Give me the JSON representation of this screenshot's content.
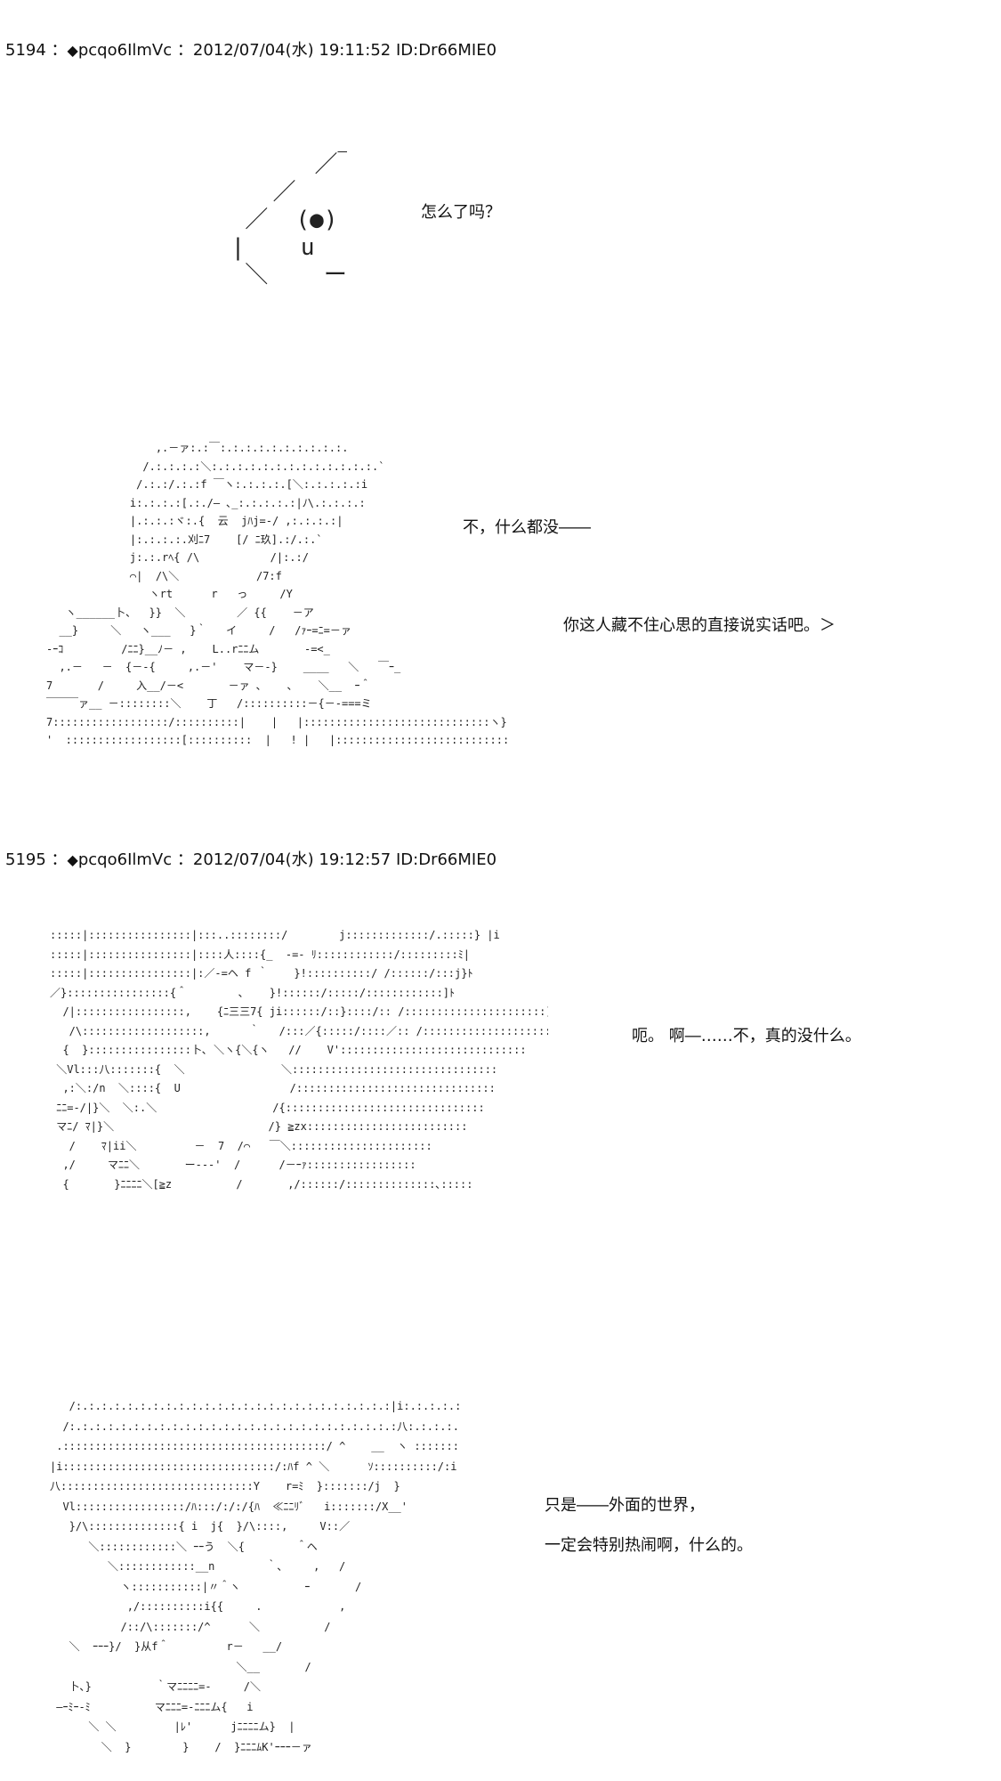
{
  "posts": [
    {
      "number": "5194",
      "separator": "：",
      "name": "pcqo6IlmVc",
      "date": "2012/07/04(水) 19:11:52",
      "id": "ID:Dr66MIE0",
      "panels": [
        {
          "art": "             ／￣￣￣＼\n          ／    ノ    ＼\n        ／  (●)  (●)  ＼\n       |    u    ,     |\n        ＼    ー－   ／",
          "lines": [
            "怎么了吗？"
          ]
        },
        {
          "art": "                 ,.－ァ:.:￣:.:.:.:.:.:.:.:.:.:.\n               /.:.:.:.:＼:.:.:.:.:.:.:.:.:.:.:.:.:.`\n              /.:.:/.:.:f ￣ヽ:.:.:.:.[＼:.:.:.:.:i\n             i:.:.:.:[.:./― ､_:.:.:.:.:|ﾉ\\.:.:.:.:\n             |.:.:.:ヾ:.{  云  jﾊj=-/ ,:.:.:.:|\n             |:.:.:.:.刈ﾆ7    [/ ﾆ玖].:/.:.`\n             j:.:.rﾍ{ /\\           /|:.:/\n             ⌒|  /\\＼            /7:f\n                ヽrt      r   っ     /Y\n   ヽ______卜、  }}  ＼        ／ {{    －ア\n  __}     ＼   ヽ___   }｀   イ     /   /ｧｰ=ﾆ=－ァ\n-ｰｺ         /ﾆﾆ}__ﾉ－ ,    L..rﾆﾆム       -=<_\n  ,.－   －  {－‐{     ,.－'    マ－‐}    ____   ＼   ￣ｰ_\n7       /     入__/－<       －ァ ､    ､    ＼__  ｰ＾\n￣￣￣ァ__ －::::::::＼    丁   /::::::::::－{－‐===ミ\n7::::::::::::::::::/::::::::::|    |   |:::::::::::::::::::::::::::::ヽ}\n'  ::::::::::::::::::[::::::::::  |   ! |   |:::::::::::::::::::::::::::::::}}",
          "lines": [
            "不，什么都没――",
            "你这人藏不住心思的直接说实话吧。＞"
          ]
        }
      ]
    },
    {
      "number": "5195",
      "separator": "：",
      "name": "pcqo6IlmVc",
      "date": "2012/07/04(水) 19:12:57",
      "id": "ID:Dr66MIE0",
      "panels": [
        {
          "art": ":::::|::::::::::::::::|:::..::::::::/        j:::::::::::::/.:::::} |i\n:::::|::::::::::::::::|::::人::::{_  -=- ﾘ::::::::::::/:::::::::ﾐ|\n:::::|::::::::::::::::|:／-=ヘ f ｀    }!::::::::::/ /::::::/:::j}ﾄ\n／}::::::::::::::::{＾        ､    }!::::::/:::::/::::::::::::]ﾄ\n  /|:::::::::::::::::,    {ﾆ三三7{ ji::::::/::}::::/:: /::::::::::::::::::::::]ﾄ\n   /\\:::::::::::::::::::,      ｀   /:::／{:::::/::::／:: /:::::::::::::::::::::::\n  {  }::::::::::::::::卜､ ＼ヽ{＼{ヽ   //    V':::::::::::::::::::::::::::::\n ＼Vl:::八:::::::{  ＼               ＼::::::::::::::::::::::::::::::::\n  ,:＼:/n  ＼::::{  U                 /:::::::::::::::::::::::::::::::\n ﾆﾆ=-/|}＼  ＼:.＼                  /{:::::::::::::::::::::::::::::::\n マﾆ/ ﾏ|}＼                        /} ≧zx:::::::::::::::::::::::::\n   /    ﾏ|ii＼         －  7  /⌒   ￣＼::::::::::::::::::::::\n  ,/     マﾆﾆ＼       ー‐‐‐'  /      /－ｰｧ:::::::::::::::::\n  {       }ﾆﾆﾆﾆ＼[≧z          /       ,/::::::/::::::::::::::､:::::",
          "lines": [
            "呃。 啊―……不，真的没什么。"
          ]
        },
        {
          "art": "   /:.:.:.:.:.:.:.:.:.:.:.:.:.:.:.:.:.:.:.:.:.:.:.:.:|i:.:.:.:.:.:.:.:.:.卜、\n  /:.:.:.:.:.:.:.:.:.:.:.:.:.:.:.:.:.:.:.:.:.:.:.:.:.:八:.:.:.:.:.:.:.:.:.ヽ}j\n .:::::::::::::::::::::::::::::::::::::::::/ ^    __  ヽ ::::::::::::::\n|i:::::::::::::::::::::::::::::::::/:ﾊf ^ ＼      ｿ::::::::::/:i\n八::::::::::::::::::::::::::::::Y    r=ﾐ  }:::::::/j  }\n  Vl:::::::::::::::::/ﾊ:::/:/:/{ﾊ  ≪ﾆﾆﾘﾞ   i:::::::/X__'\n   }/\\::::::::::::::{ i  j{  }/\\::::,     V::／\n      ＼::::::::::::＼ ｰｰう  ＼{        ＾ヘ\n         ＼::::::::::::__n        ｀、    ,   /\n           ヽ:::::::::::|〃＾ヽ          ｰ       /\n            ,/::::::::::i{{     .            ,\n           /::/\\:::::::/^      ＼          /\n   ＼  ｰｰｰ}/  }从f＾         r－   __/\n                             ＼__       /\n   卜､}          ｀マﾆﾆﾆﾆ=-     /＼\n ―ｰﾐｰ-ﾐ          マﾆﾆﾆ=-ﾆﾆﾆム{   i\n      ＼ ＼         |ﾚ'      jﾆﾆﾆﾆム}  |\n        ＼  }        }    /  }ﾆﾆﾆﾑK'ｰｰｰ－ァ",
          "lines": [
            "只是――外面的世界，",
            "一定会特别热闹啊，什么的。"
          ]
        }
      ]
    }
  ]
}
